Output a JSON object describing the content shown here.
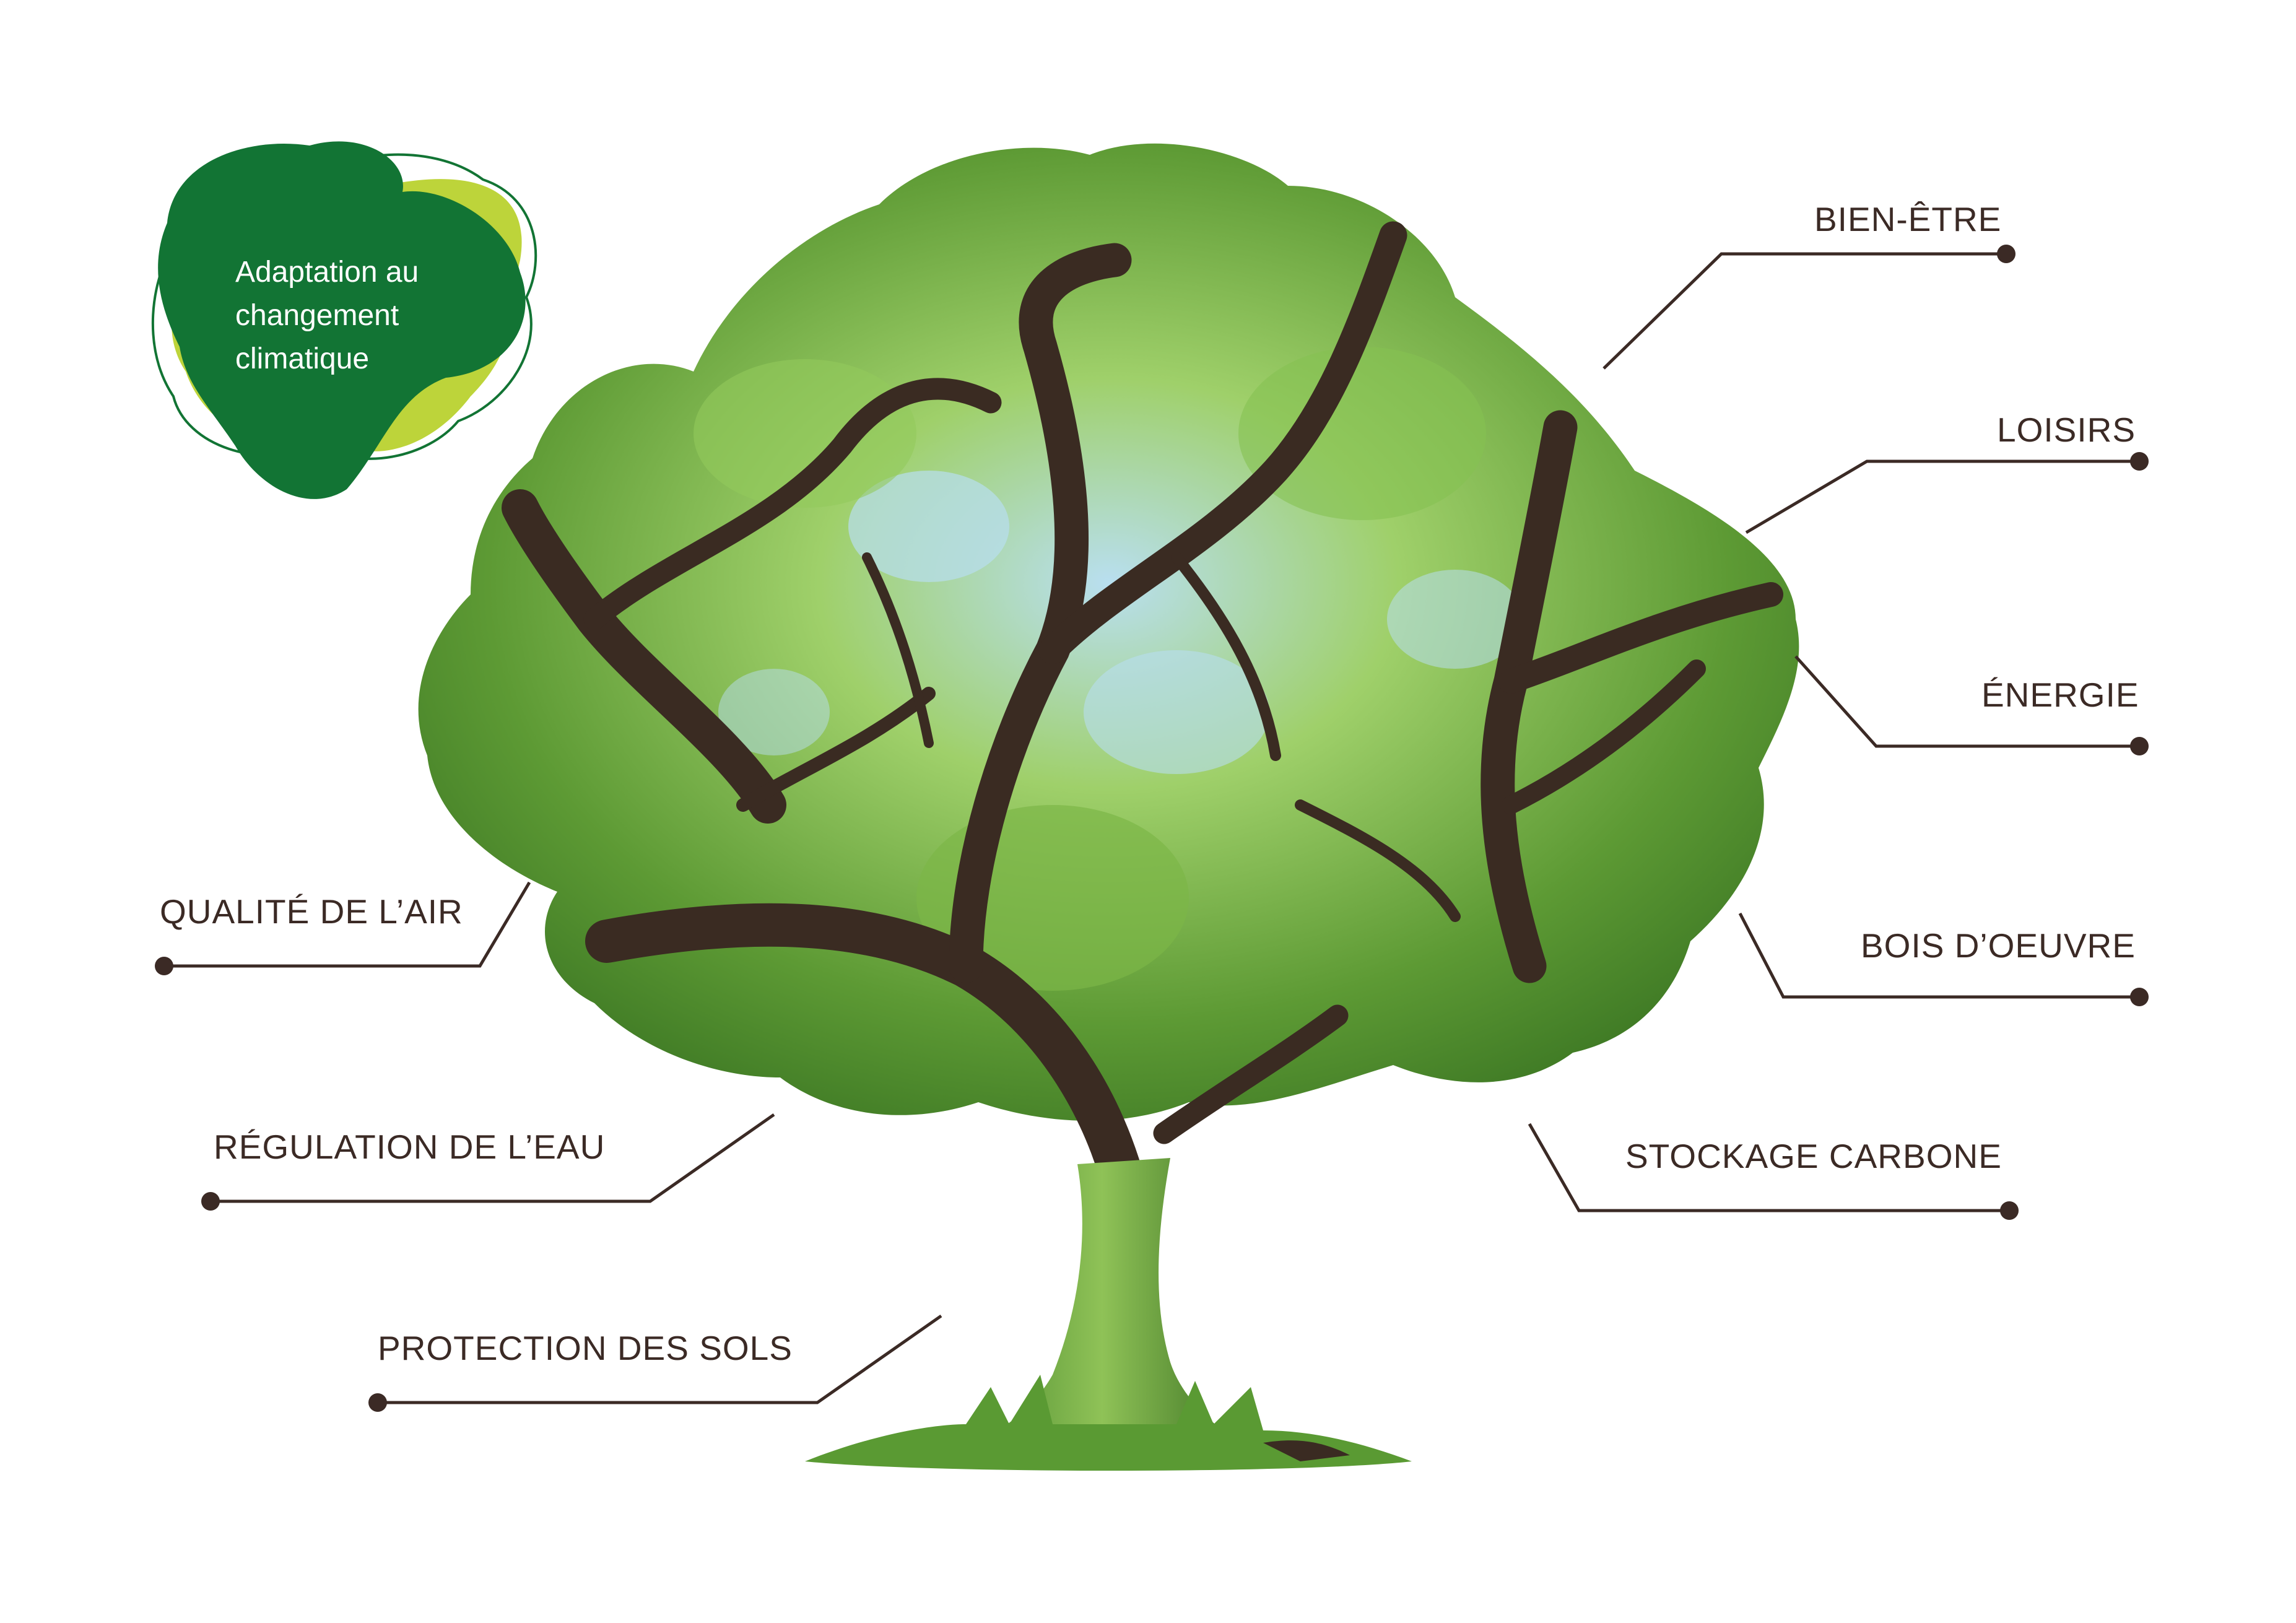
{
  "badge": {
    "lines": [
      "Adaptation au",
      "changement",
      "climatique"
    ]
  },
  "labels": {
    "bien_etre": "BIEN-ÊTRE",
    "loisirs": "LOISIRS",
    "energie": "ÉNERGIE",
    "bois_oeuvre": "BOIS D’OEUVRE",
    "stockage_carbone": "STOCKAGE CARBONE",
    "qualite_air": "QUALITÉ DE L’AIR",
    "regulation_eau": "RÉGULATION DE L’EAU",
    "protection_sols": "PROTECTION DES SOLS"
  },
  "colors": {
    "badge_dark": "#127434",
    "badge_light": "#bdd43a",
    "leader": "#3b2a25",
    "foliage_light": "#a8d15c",
    "foliage_dark": "#4e8a2c",
    "sky": "#9fd3ec",
    "bark": "#3a2b22"
  },
  "icons": [
    "tree-illustration",
    "blob-badge"
  ]
}
